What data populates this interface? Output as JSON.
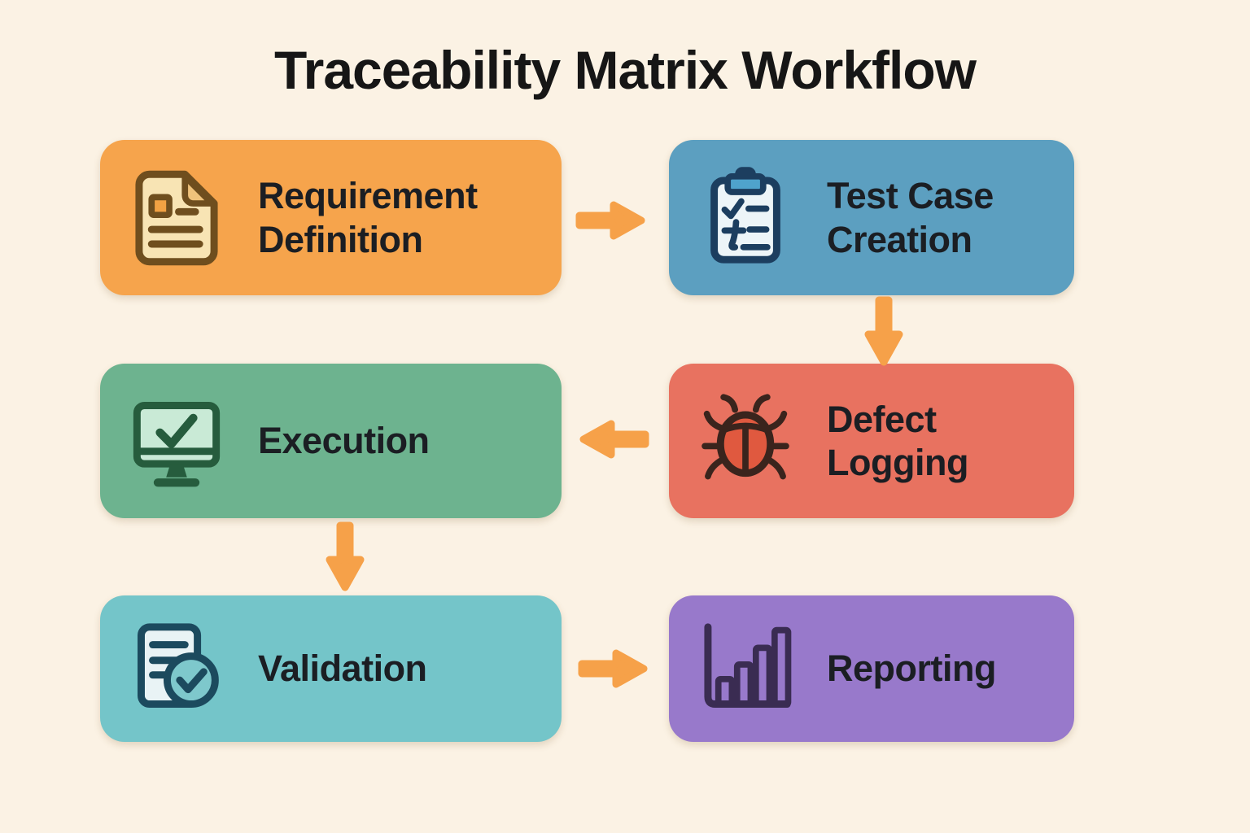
{
  "title": "Traceability Matrix Workflow",
  "background_color": "#FBF2E4",
  "arrow_color": "#F6A149",
  "steps": [
    {
      "label": "Requirement Definition",
      "color": "#F6A44C",
      "icon": "document-icon"
    },
    {
      "label": "Test Case Creation",
      "color": "#5C9FC0",
      "icon": "clipboard-checklist-icon"
    },
    {
      "label": "Defect Logging",
      "color": "#E87260",
      "icon": "bug-icon"
    },
    {
      "label": "Execution",
      "color": "#6DB38F",
      "icon": "monitor-check-icon"
    },
    {
      "label": "Validation",
      "color": "#74C5C9",
      "icon": "document-check-icon"
    },
    {
      "label": "Reporting",
      "color": "#9879CB",
      "icon": "bar-chart-icon"
    }
  ],
  "connections": [
    {
      "from": "Requirement Definition",
      "to": "Test Case Creation",
      "direction": "right"
    },
    {
      "from": "Test Case Creation",
      "to": "Defect Logging",
      "direction": "down"
    },
    {
      "from": "Defect Logging",
      "to": "Execution",
      "direction": "left"
    },
    {
      "from": "Execution",
      "to": "Validation",
      "direction": "down"
    },
    {
      "from": "Validation",
      "to": "Reporting",
      "direction": "right"
    }
  ]
}
